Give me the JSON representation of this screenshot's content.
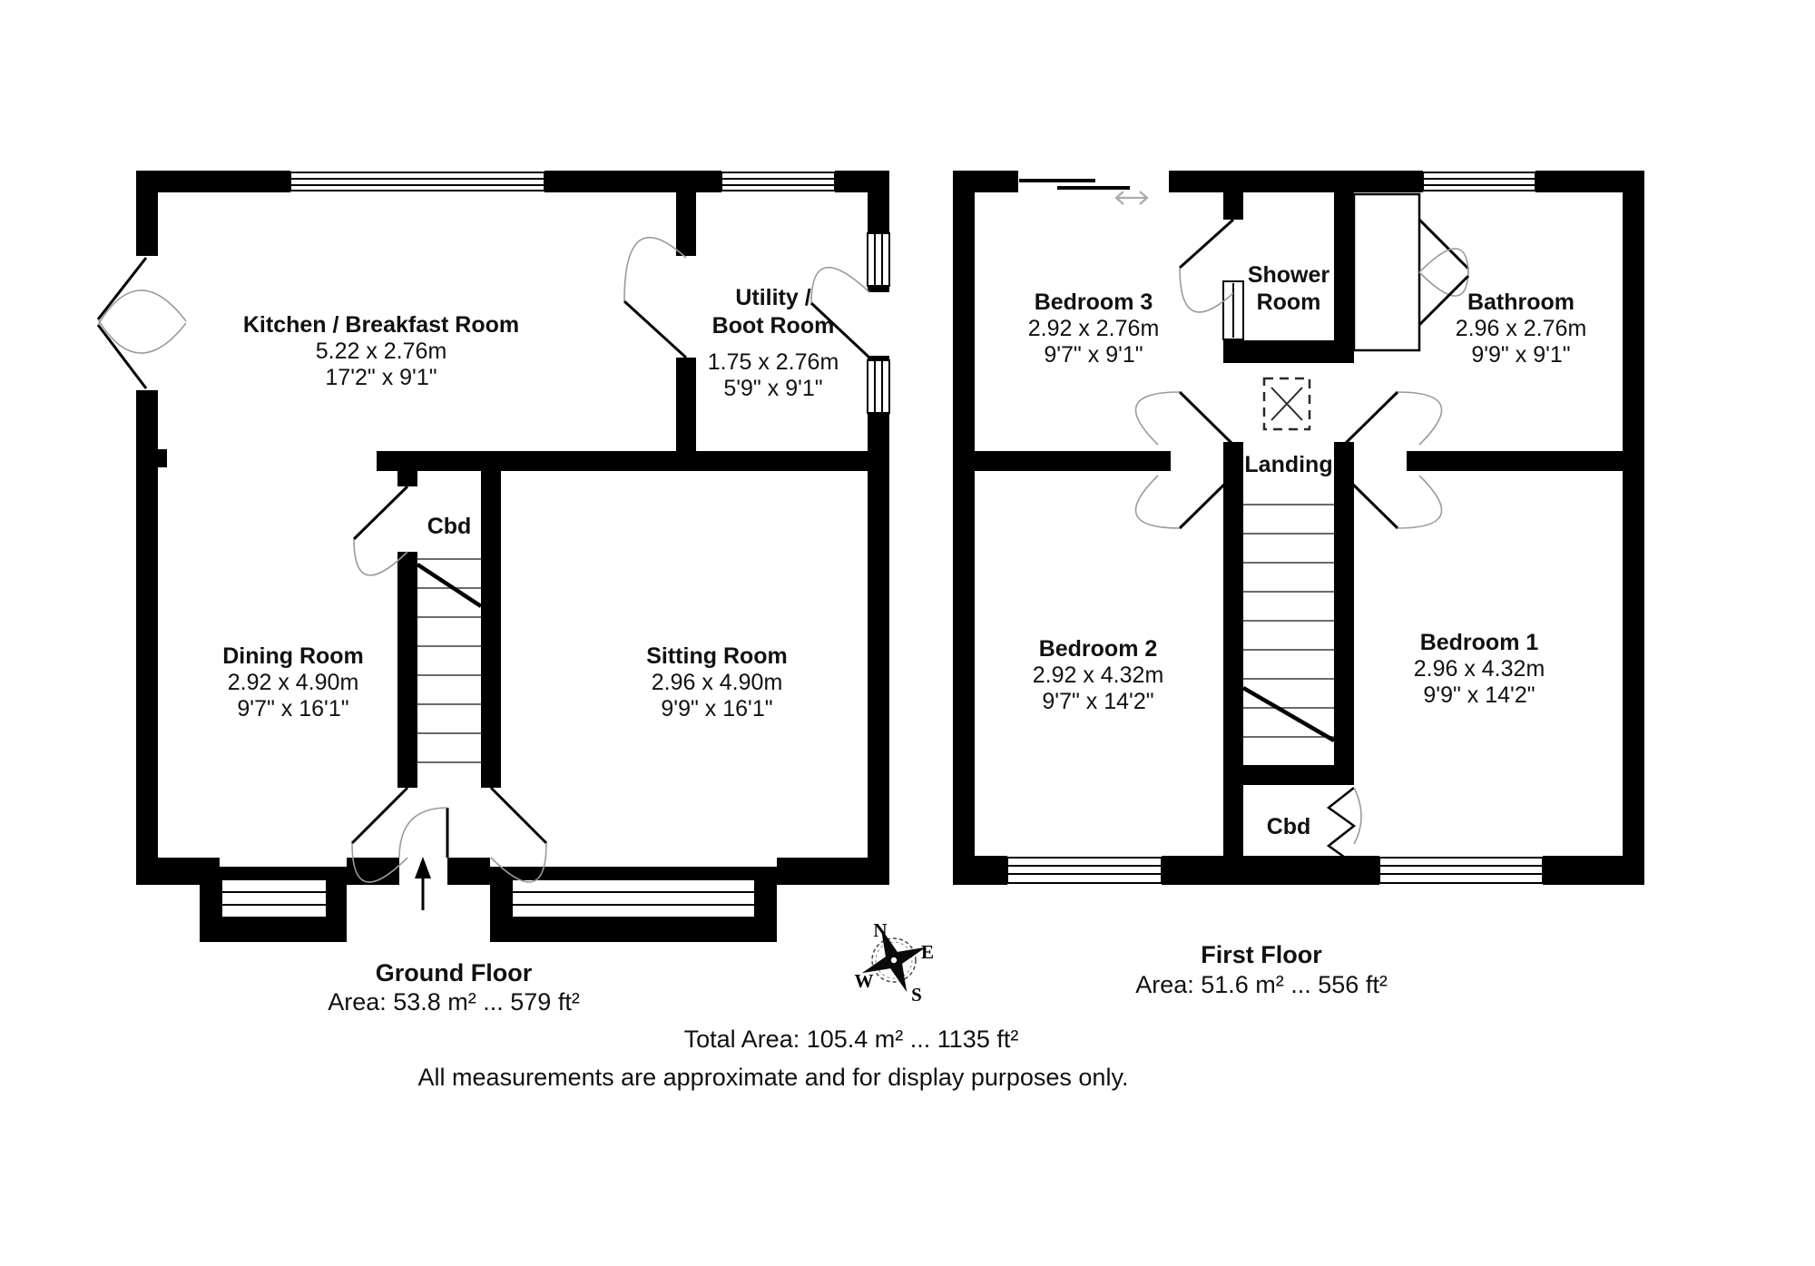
{
  "ground_floor": {
    "label": "Ground Floor",
    "area": "Area: 53.8 m² ... 579 ft²",
    "kitchen": {
      "name": "Kitchen / Breakfast Room",
      "metric": "5.22 x 2.76m",
      "imperial": "17'2\" x 9'1\""
    },
    "utility": {
      "name1": "Utility /",
      "name2": "Boot Room",
      "metric": "1.75 x 2.76m",
      "imperial": "5'9\" x 9'1\""
    },
    "dining": {
      "name": "Dining Room",
      "metric": "2.92 x 4.90m",
      "imperial": "9'7\" x 16'1\""
    },
    "sitting": {
      "name": "Sitting Room",
      "metric": "2.96 x 4.90m",
      "imperial": "9'9\" x 16'1\""
    },
    "cupboard": "Cbd"
  },
  "first_floor": {
    "label": "First Floor",
    "area": "Area: 51.6 m² ... 556 ft²",
    "bedroom3": {
      "name": "Bedroom 3",
      "metric": "2.92 x 2.76m",
      "imperial": "9'7\" x 9'1\""
    },
    "shower": {
      "name1": "Shower",
      "name2": "Room"
    },
    "bathroom": {
      "name": "Bathroom",
      "metric": "2.96 x 2.76m",
      "imperial": "9'9\" x 9'1\""
    },
    "landing": "Landing",
    "bedroom2": {
      "name": "Bedroom 2",
      "metric": "2.92 x 4.32m",
      "imperial": "9'7\" x 14'2\""
    },
    "bedroom1": {
      "name": "Bedroom 1",
      "metric": "2.96 x 4.32m",
      "imperial": "9'9\" x 14'2\""
    },
    "cupboard": "Cbd"
  },
  "footer": {
    "total": "Total Area: 105.4 m² ... 1135 ft²",
    "disclaimer": "All measurements are approximate and for display purposes only."
  },
  "compass": {
    "north": "N",
    "east": "E",
    "south": "S",
    "west": "W"
  }
}
